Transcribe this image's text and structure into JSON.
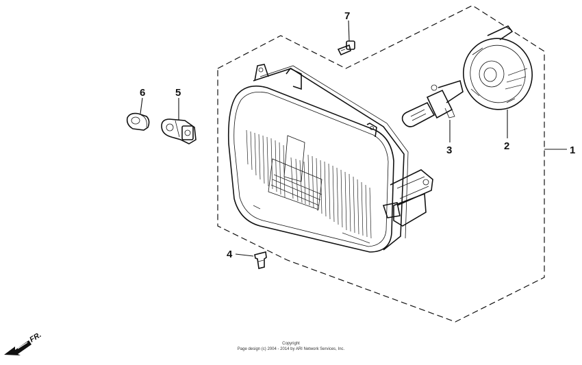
{
  "callouts": [
    {
      "id": "1",
      "label": "1"
    },
    {
      "id": "2",
      "label": "2"
    },
    {
      "id": "3",
      "label": "3"
    },
    {
      "id": "4",
      "label": "4"
    },
    {
      "id": "5",
      "label": "5"
    },
    {
      "id": "6",
      "label": "6"
    },
    {
      "id": "7",
      "label": "7"
    }
  ],
  "direction": {
    "label": "FR.",
    "icon": "front-direction-arrow-icon"
  },
  "copyright": {
    "heading": "Copyright",
    "line": "Page design (c) 2004 - 2014 by ARI Network Services, Inc."
  }
}
